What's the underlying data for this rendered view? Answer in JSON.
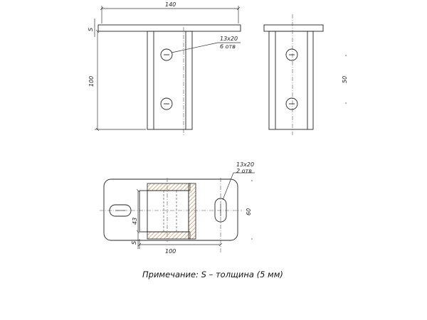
{
  "dimensions": {
    "width_140": "140",
    "thickness_s": "S",
    "height_100": "100",
    "hole_size_top": "13x20",
    "hole_count_top": "6 отв",
    "depth_50": "50",
    "hole_size_plan": "13x20",
    "hole_count_plan": "2 отв",
    "inner_43": "43",
    "plan_60": "60",
    "thickness_s_plan": "S",
    "length_100_plan": "100"
  },
  "note": "Примечание: S – толщина (5 мм)",
  "colors": {
    "line": "#222222",
    "hatch": "#c0905a",
    "background": "#ffffff"
  }
}
